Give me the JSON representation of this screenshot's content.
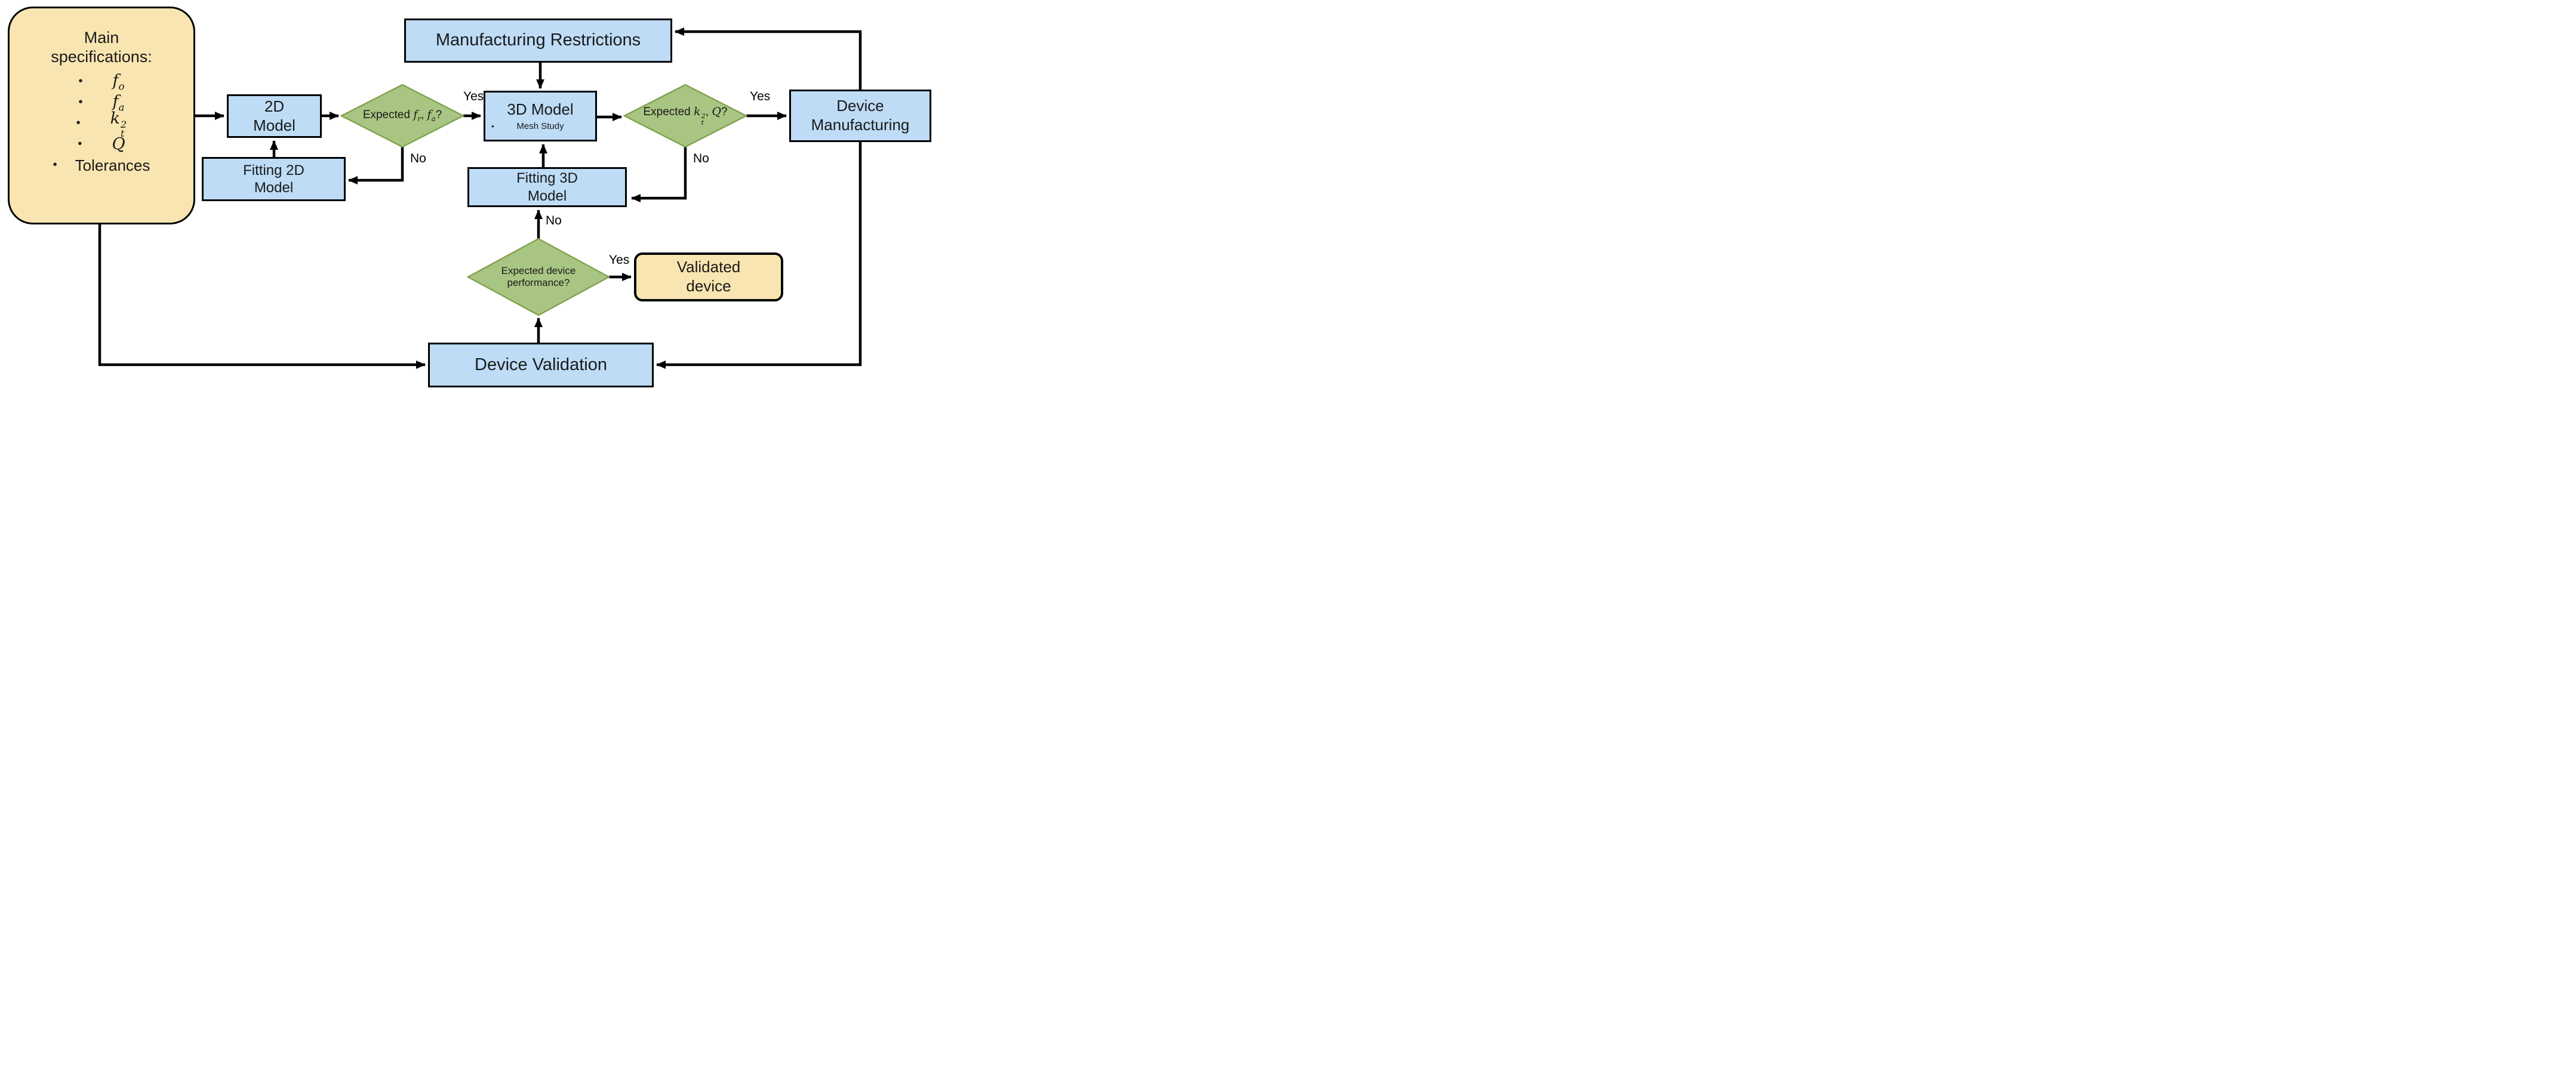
{
  "colors": {
    "box_blue": "#BEDCF6",
    "box_tan": "#F8E5B1",
    "diamond_green": "#A9C583",
    "diamond_border": "#85A24F",
    "line": "#000000"
  },
  "nodes": {
    "main_specs": {
      "line1": "Main",
      "line2": "specifications:",
      "bullet": "•",
      "item_fo": {
        "base": "f",
        "sub": "o"
      },
      "item_fa": {
        "base": "f",
        "sub": "a"
      },
      "item_kt": {
        "base": "k",
        "sub": "t",
        "sup": "2"
      },
      "item_q": {
        "base": "Q"
      },
      "item_tolerances": "Tolerances"
    },
    "model_2d": {
      "line1": "2D",
      "line2": "Model"
    },
    "fitting_2d": {
      "line1": "Fitting 2D",
      "line2": "Model"
    },
    "manufacturing_restrictions": {
      "label": "Manufacturing Restrictions"
    },
    "model_3d": {
      "title": "3D Model",
      "bullet": "•",
      "subitem": "Mesh Study"
    },
    "fitting_3d": {
      "line1": "Fitting 3D",
      "line2": "Model"
    },
    "device_manufacturing": {
      "line1": "Device",
      "line2": "Manufacturing"
    },
    "device_validation": {
      "label": "Device Validation"
    },
    "validated_device": {
      "line1": "Validated",
      "line2": "device"
    }
  },
  "decisions": {
    "fr_fa": {
      "prefix": "Expected ",
      "f1": "f",
      "sub1": "r",
      "sep": ", ",
      "f2": "f",
      "sub2": "a",
      "suffix": "?"
    },
    "kt_q": {
      "prefix": "Expected ",
      "base": "k",
      "sub": "t",
      "sup": "2",
      "sep": ", ",
      "q": "Q",
      "suffix": "?"
    },
    "device_performance": {
      "line1": "Expected device",
      "line2": "performance?"
    }
  },
  "edge_labels": {
    "yes_fr_fa": "Yes",
    "no_fr_fa": "No",
    "yes_kt_q": "Yes",
    "no_kt_q": "No",
    "yes_performance": "Yes",
    "no_performance": "No"
  }
}
